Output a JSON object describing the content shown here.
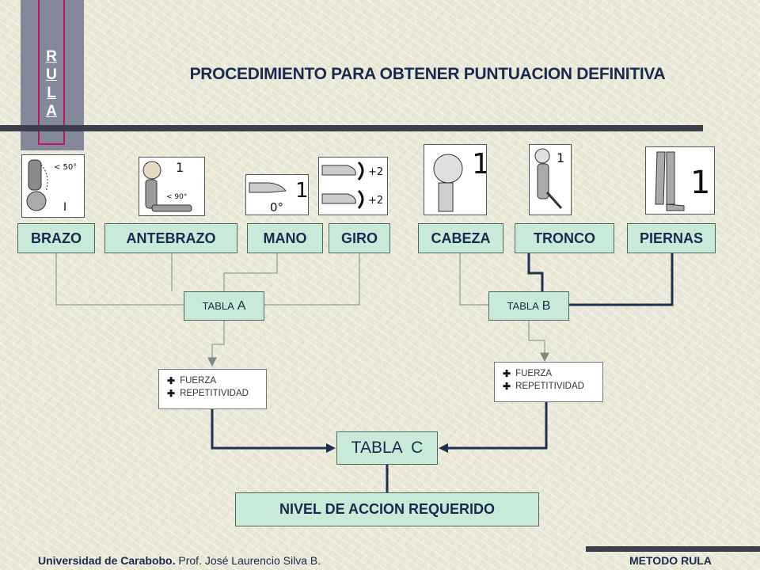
{
  "title": "PROCEDIMIENTO PARA OBTENER PUNTUACION DEFINITIVA",
  "side_tab": [
    "R",
    "U",
    "L",
    "A"
  ],
  "labels": {
    "brazo": "BRAZO",
    "antebrazo": "ANTEBRAZO",
    "mano": "MANO",
    "giro": "GIRO",
    "cabeza": "CABEZA",
    "tronco": "TRONCO",
    "piernas": "PIERNAS"
  },
  "icons": {
    "brazo": {
      "angle": "< 50°"
    },
    "antebrazo": {
      "score": "1",
      "angle": "< 90°"
    },
    "mano": {
      "score": "1",
      "angle": "0°"
    },
    "giro": {
      "top": "+2",
      "bottom": "+2"
    },
    "cabeza": {
      "score": "1"
    },
    "tronco": {
      "score": "1"
    },
    "piernas": {
      "score": "1"
    }
  },
  "tabla_a": {
    "prefix": "TABLA",
    "letter": "A"
  },
  "tabla_b": {
    "prefix": "TABLA",
    "letter": "B"
  },
  "tabla_c": "TABLA  C",
  "adjust_a": [
    "FUERZA",
    "REPETITIVIDAD"
  ],
  "adjust_b": [
    "FUERZA",
    "REPETITIVIDAD"
  ],
  "nivel": "NIVEL DE ACCION REQUERIDO",
  "footer": {
    "institution": "Universidad de Carabobo.",
    "author": " Prof.  José Laurencio Silva B.",
    "right": "METODO RULA"
  },
  "colors": {
    "box": "#c9ead8",
    "text": "#1a2a4f",
    "bar": "#3c3e4c",
    "tab": "#85879a",
    "tab_border": "#c2185b"
  }
}
